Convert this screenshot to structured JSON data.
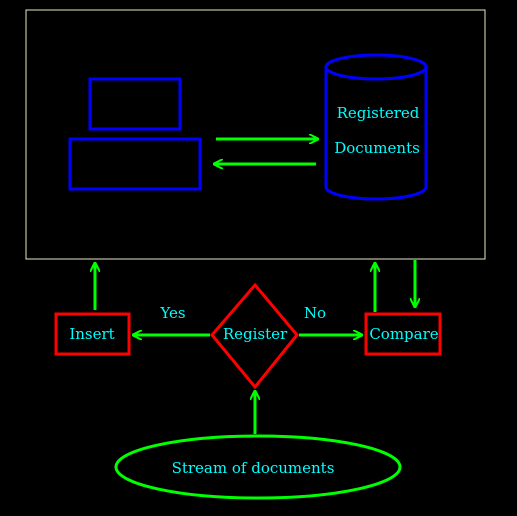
{
  "diagram": {
    "repository": {
      "line1": "Registered",
      "line2": "Documents"
    },
    "nodes": {
      "insert": "Insert",
      "register": "Register",
      "compare": "Compare",
      "stream": "Stream of documents"
    },
    "edges": {
      "yes": "Yes",
      "no": "No"
    }
  },
  "colors": {
    "background": "#000000",
    "outer_frame": "#e8e8c0",
    "blue_shapes": "#0000ff",
    "red_shapes": "#ff0000",
    "green_arrows": "#00ff00",
    "text": "#00ffff"
  }
}
